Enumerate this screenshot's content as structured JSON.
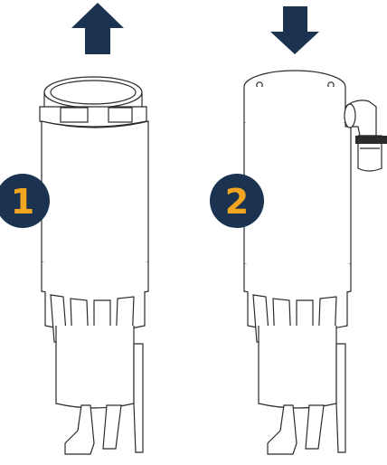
{
  "colors": {
    "badge": "#1b3351",
    "number": "#f2a51f",
    "arrow": "#1b3351",
    "line": "#2b2b2b"
  },
  "steps": [
    {
      "number": "1",
      "direction": "up",
      "icon": "arrow-up-icon"
    },
    {
      "number": "2",
      "direction": "down",
      "icon": "arrow-down-icon"
    }
  ]
}
